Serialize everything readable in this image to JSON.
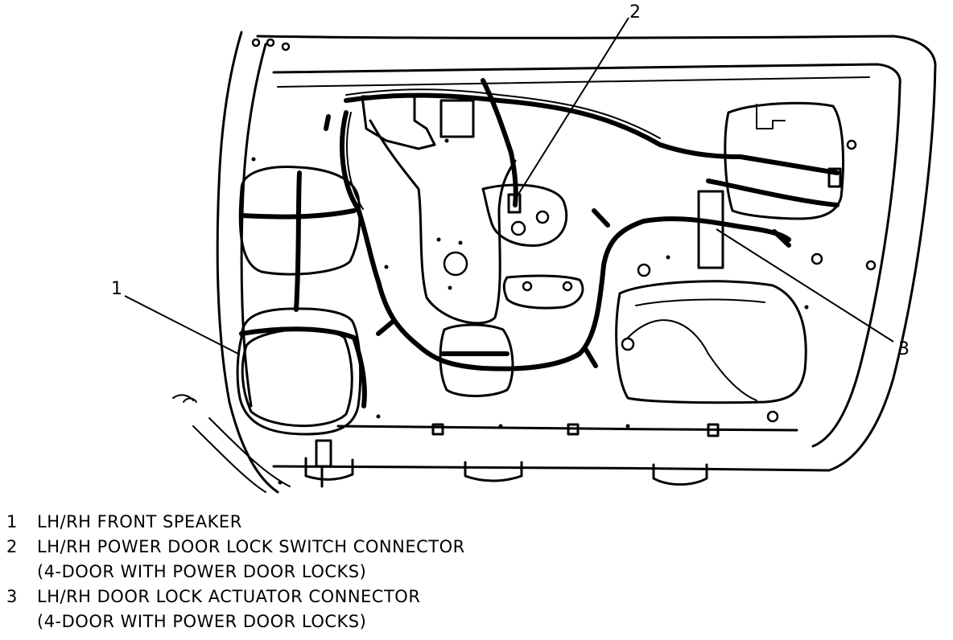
{
  "callouts": [
    {
      "number": "1",
      "label": "LH/RH FRONT SPEAKER",
      "sublabel": ""
    },
    {
      "number": "2",
      "label": "LH/RH POWER DOOR LOCK SWITCH CONNECTOR",
      "sublabel": "(4-DOOR WITH POWER DOOR LOCKS)"
    },
    {
      "number": "3",
      "label": "LH/RH DOOR LOCK ACTUATOR CONNECTOR",
      "sublabel": "(4-DOOR WITH POWER DOOR LOCKS)"
    }
  ],
  "icons": [
    "door-inner-panel-drawing",
    "front-speaker",
    "wiring-harness",
    "lock-switch-connector",
    "lock-actuator-connector"
  ]
}
